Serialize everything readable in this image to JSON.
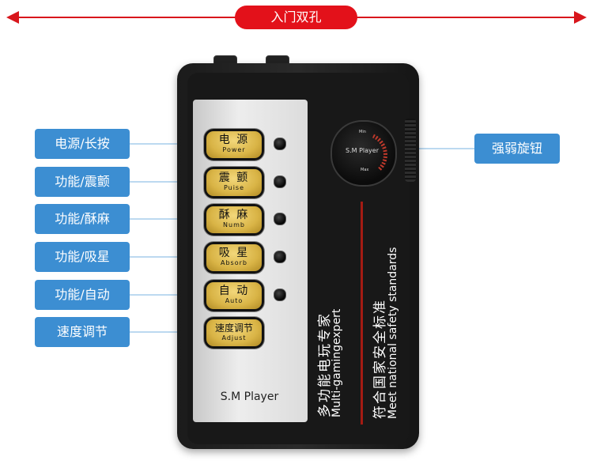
{
  "banner": {
    "label": "入门双孔",
    "color": "#e3111a"
  },
  "callouts": {
    "power": "电源/长按",
    "pulse": "功能/震颤",
    "numb": "功能/酥麻",
    "absorb": "功能/吸星",
    "auto": "功能/自动",
    "adjust": "速度调节",
    "knob": "强弱旋钮",
    "color": "#3c8ed2"
  },
  "device": {
    "buttons": [
      {
        "cn": "电 源",
        "en": "Power"
      },
      {
        "cn": "震 颤",
        "en": "Puise"
      },
      {
        "cn": "酥 麻",
        "en": "Numb"
      },
      {
        "cn": "吸 星",
        "en": "Absorb"
      },
      {
        "cn": "自 动",
        "en": "Auto"
      },
      {
        "cn": "速度调节",
        "en": "Adjust"
      }
    ],
    "brand": "S.M Player",
    "knob": {
      "brand": "S.M Player",
      "min": "Min",
      "max": "Max"
    },
    "text_function_cn": "多功能电玩专家",
    "text_function_en": "Multi-gamingexpert",
    "text_safety_cn": "符合国家安全标准",
    "text_safety_en": "Meet national safety standards",
    "button_color": "#d9b446"
  }
}
